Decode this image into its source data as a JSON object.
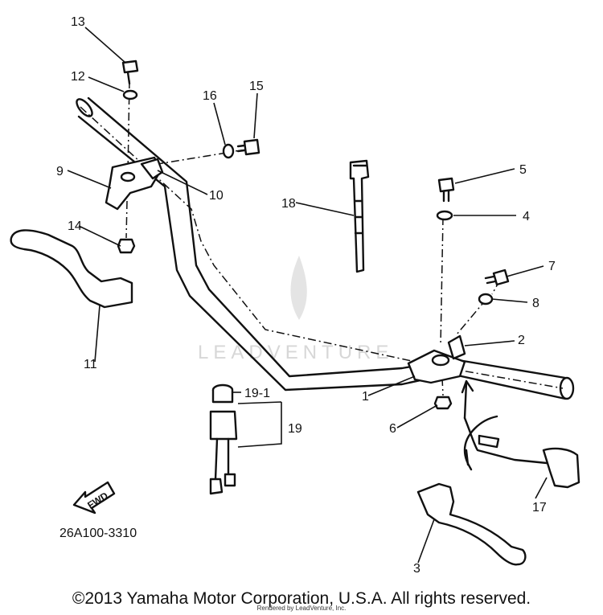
{
  "part_numbers": {
    "p1": "1",
    "p2": "2",
    "p3": "3",
    "p4": "4",
    "p5": "5",
    "p6": "6",
    "p7": "7",
    "p8": "8",
    "p9": "9",
    "p10": "10",
    "p11": "11",
    "p12": "12",
    "p13": "13",
    "p14": "14",
    "p15": "15",
    "p16": "16",
    "p17": "17",
    "p18": "18",
    "p19": "19",
    "p19_1": "19-1"
  },
  "fwd_label": "FWD",
  "diagram_code": "26A100-3310",
  "watermark": "LEADVENTURE",
  "copyright": "©2013 Yamaha Motor Corporation, U.S.A. All rights reserved.",
  "credit": "Rendered by LeadVenture, Inc."
}
